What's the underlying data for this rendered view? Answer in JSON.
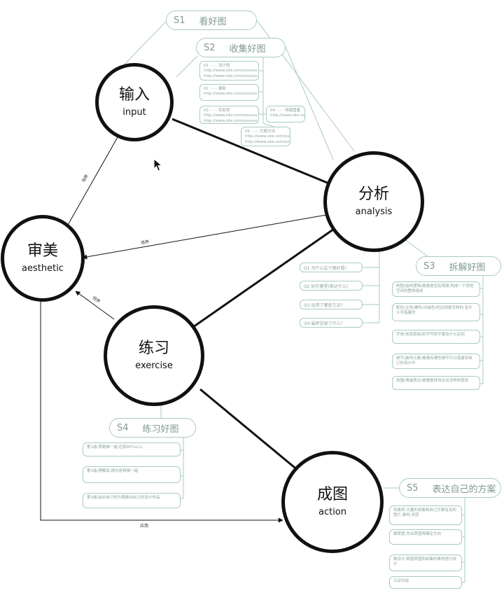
{
  "nodes": {
    "input": {
      "zh": "输入",
      "en": "input"
    },
    "analysis": {
      "zh": "分析",
      "en": "analysis"
    },
    "aesthetic": {
      "zh": "审美",
      "en": "aesthetic"
    },
    "exercise": {
      "zh": "练习",
      "en": "exercise"
    },
    "action": {
      "zh": "成图",
      "en": "action"
    }
  },
  "edge_labels": {
    "input_aesthetic": "培养",
    "analysis_aesthetic": "培养",
    "exercise_aesthetic": "培养",
    "aesthetic_action": "应用"
  },
  "stages": {
    "s1": {
      "num": "S1",
      "label": "看好图"
    },
    "s2": {
      "num": "S2",
      "label": "收集好图"
    },
    "s3": {
      "num": "S3",
      "label": "拆解好图"
    },
    "s4": {
      "num": "S4",
      "label": "练习好图"
    },
    "s5": {
      "num": "S5",
      "label": "表达自己的方案"
    }
  },
  "s2_notes": [
    {
      "title": "01  ······  设计类",
      "detail": "http://www.site.com/xxxxxx\nhttp://www.site.com/xxxxxx"
    },
    {
      "title": "02  ······  摄影",
      "detail": "http://www.site.com/xxxxxx"
    },
    {
      "title": "03  ······  色彩类",
      "detail": "http://www.site.com/xxxxxx\nhttp://www.site.com/xxxxxx"
    },
    {
      "title": "04  ······  排版图鉴",
      "detail": "http://www.site.com/xxxx"
    },
    {
      "title": "05  ······  方案方法",
      "detail": "http://www.site.com/xxxxxx\nhttp://www.site.com/xxxxxx"
    }
  ],
  "questions": [
    "Q1  为什么这个图好看?",
    "Q2  好在哪里(表达什么)",
    "Q3  运用了哪些方法?",
    "Q4  最终呈现了什么?"
  ],
  "s3_notes": [
    "构图(结构逻辑)看看是否有规律,构成一个视觉空间的整体组成",
    "配色(主色/辅色/点缀色)的比例是怎样的,有什么可借鉴的",
    "字体(信息层级)的字号和字重有什么区别",
    "细节(装饰元素)看看有哪些细节可以借鉴到自己的设计中",
    "氛围(情绪表达)看看整体传达出怎样的感觉"
  ],
  "s4_notes": [
    "第1遍:照着做一遍,还原80%以上",
    "第2遍:理解后,换内容再做一遍",
    "第3遍:结合自己的方案做出自己的设计作品"
  ],
  "s5_notes": [
    "找素材:大量的收集和自己方案有关的图片,素材,灵感",
    "做草图:先出草图再确定方向",
    "做设计:根据草图和收集的素材进行设计",
    "沉淀总结"
  ]
}
